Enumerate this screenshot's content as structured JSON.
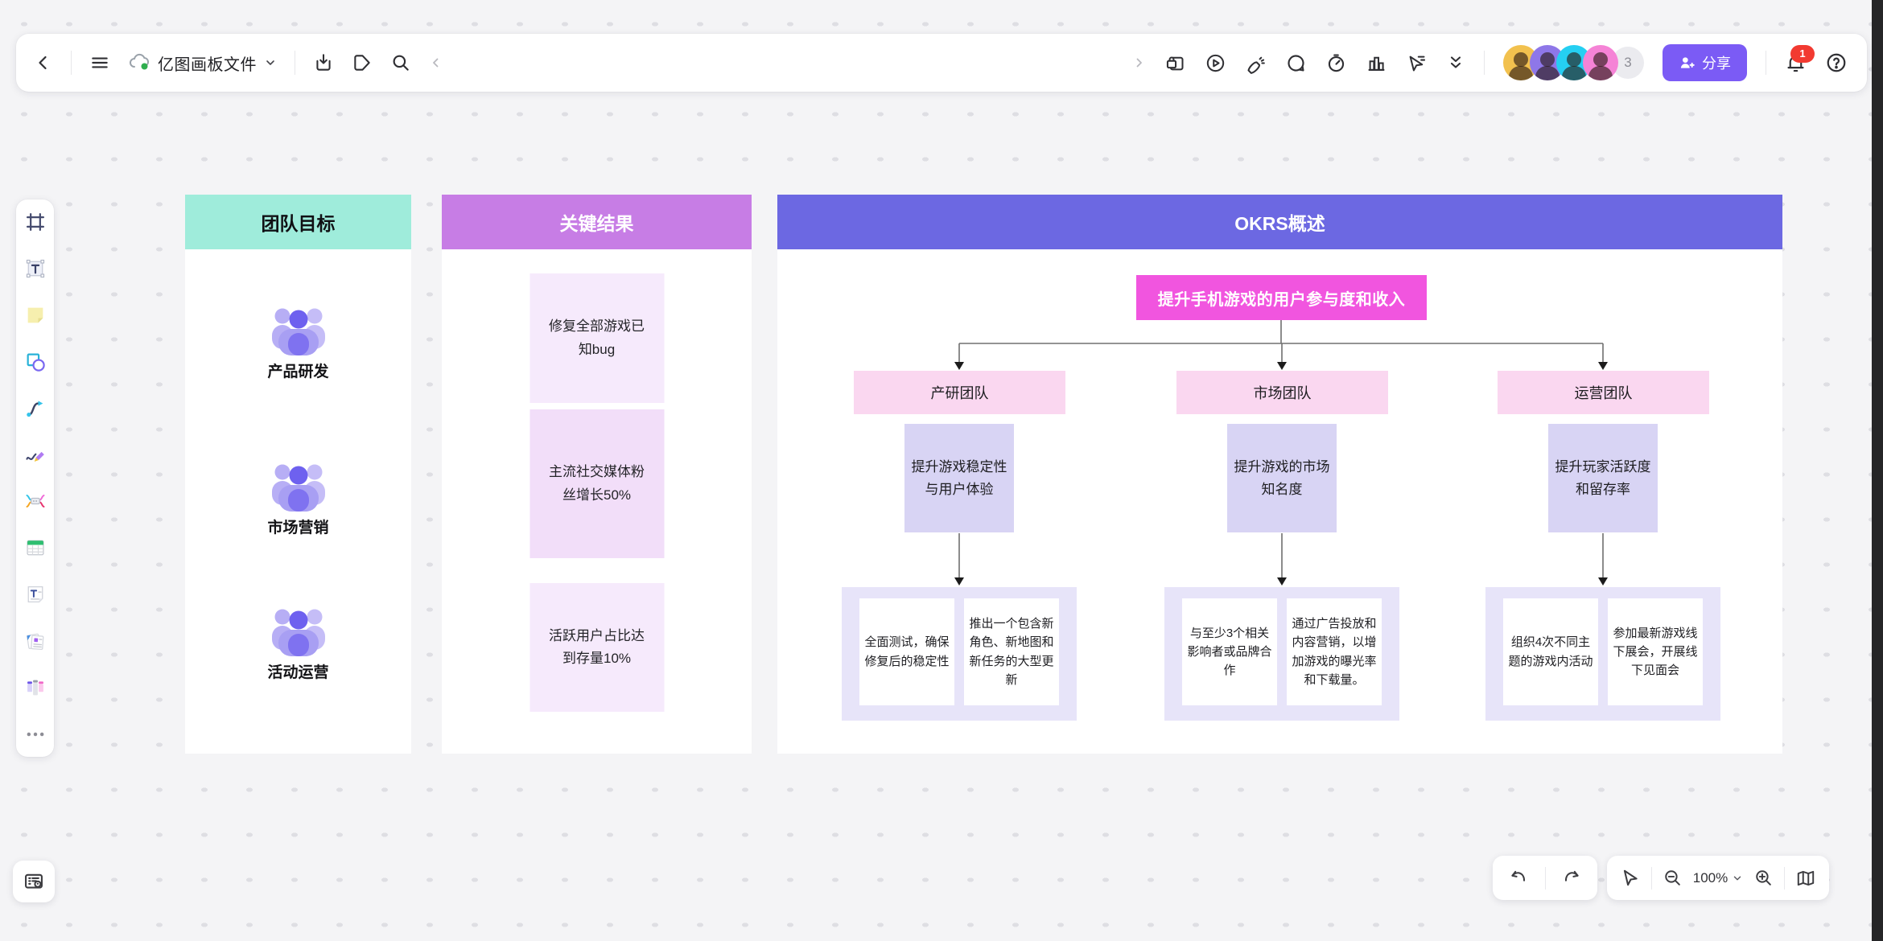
{
  "topbar": {
    "title": "亿图画板文件",
    "collaborators_extra_count": "3",
    "share_label": "分享",
    "notifications_badge": "1",
    "icon_names": [
      "back",
      "menu",
      "cloud-sync",
      "title-dropdown",
      "download",
      "tag",
      "search",
      "collapse-left",
      "expand-right",
      "lock",
      "present-play",
      "laser-pointer",
      "comment",
      "timer",
      "vote-chart",
      "cursor",
      "collapse-toolbar",
      "bell",
      "help"
    ]
  },
  "colors": {
    "accent_purple": "#7B5BF5",
    "badge_red": "#F23A31",
    "avatar_rings": [
      "#F2C14E",
      "#8E77E8",
      "#25CFF2",
      "#F583D6"
    ],
    "objectives_header": "#9FECDB",
    "key_results_header": "#C77DE5",
    "okr_header": "#6C68E2",
    "okr_objective": "#F155DF",
    "team_tier_pink": "#FAD7F0",
    "goal_tier_lavender": "#D8D4F4",
    "kr_group_bg": "#E7E4F9",
    "kr_card_light": "#F6EAFC"
  },
  "sidebar": {
    "tool_names": [
      "frame",
      "text",
      "sticky-note",
      "shapes",
      "connector",
      "pen",
      "mind-map",
      "table",
      "document",
      "card",
      "kanban",
      "more"
    ]
  },
  "board": {
    "objectives_column": {
      "title": "团队目标",
      "teams": [
        "产品研发",
        "市场营销",
        "活动运营"
      ]
    },
    "key_results_column": {
      "title": "关键结果",
      "results": [
        "修复全部游戏已知bug",
        "主流社交媒体粉丝增长50%",
        "活跃用户占比达到存量10%"
      ]
    },
    "okr_column": {
      "title": "OKRS概述",
      "objective": "提升手机游戏的用户参与度和收入",
      "teams": [
        {
          "name": "产研团队",
          "goal": "提升游戏稳定性与用户体验",
          "key_results": [
            "全面测试，确保修复后的稳定性",
            "推出一个包含新角色、新地图和新任务的大型更新"
          ]
        },
        {
          "name": "市场团队",
          "goal": "提升游戏的市场知名度",
          "key_results": [
            "与至少3个相关影响者或品牌合作",
            "通过广告投放和内容营销，以增加游戏的曝光率和下载量。"
          ]
        },
        {
          "name": "运营团队",
          "goal": "提升玩家活跃度和留存率",
          "key_results": [
            "组织4次不同主题的游戏内活动",
            "参加最新游戏线下展会，开展线下见面会"
          ]
        }
      ]
    }
  },
  "footer": {
    "zoom_level": "100%"
  }
}
